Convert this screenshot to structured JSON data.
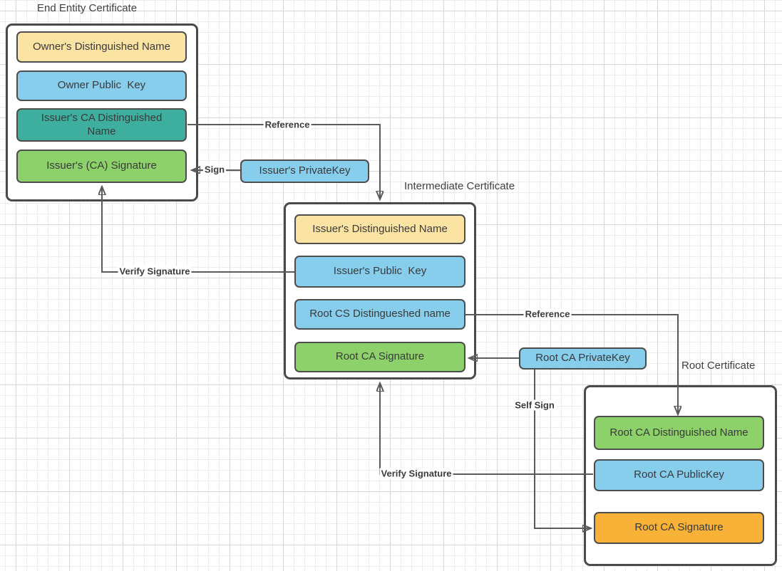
{
  "colors": {
    "yellow": "#FBE3A3",
    "blue": "#87CDEC",
    "teal": "#3EAF9E",
    "green": "#8CD169",
    "orange": "#F7B237",
    "box_border": "#4A4A4A",
    "line": "#5A5A5A",
    "text": "#3A3A3A"
  },
  "groups": {
    "end_entity": {
      "title": "End Entity Certificate",
      "boxes": [
        {
          "label": "Owner's Distinguished Name",
          "fill": "yellow"
        },
        {
          "label": "Owner Public  Key",
          "fill": "blue"
        },
        {
          "label": "Issuer's CA Distinguished\nName",
          "fill": "teal"
        },
        {
          "label": "Issuer's (CA) Signature",
          "fill": "green"
        }
      ]
    },
    "intermediate": {
      "title": "Intermediate Certificate",
      "boxes": [
        {
          "label": "Issuer's Distinguished Name",
          "fill": "yellow"
        },
        {
          "label": "Issuer's Public  Key",
          "fill": "blue"
        },
        {
          "label": "Root CS Distingueshed name",
          "fill": "blue"
        },
        {
          "label": "Root CA Signature",
          "fill": "green"
        }
      ]
    },
    "root": {
      "title": "Root Certificate",
      "boxes": [
        {
          "label": "Root CA Distinguished Name",
          "fill": "green"
        },
        {
          "label": "Root CA PublicKey",
          "fill": "blue"
        },
        {
          "label": "Root CA Signature",
          "fill": "orange"
        }
      ]
    }
  },
  "keys": {
    "issuer_private_key": {
      "label": "Issuer's PrivateKey",
      "fill": "blue"
    },
    "root_private_key": {
      "label": "Root CA PrivateKey",
      "fill": "blue"
    }
  },
  "edges": {
    "reference_end_to_intermediate": {
      "label": "Reference",
      "from": "Issuer's CA Distinguished Name",
      "to": "Intermediate Certificate"
    },
    "sign": {
      "label": "Sign",
      "from": "Issuer's PrivateKey",
      "to": "Issuer's (CA) Signature"
    },
    "verify_intermediate_to_end": {
      "label": "Verify Signature",
      "from": "Issuer's Public Key",
      "to": "Issuer's (CA) Signature"
    },
    "reference_intermediate_to_root": {
      "label": "Reference",
      "from": "Root CS Distingueshed name",
      "to": "Root CA Distinguished Name"
    },
    "root_key_sign": {
      "label": "",
      "from": "Root CA PrivateKey",
      "to": "Root CA Signature (Intermediate)"
    },
    "self_sign": {
      "label": "Self Sign",
      "from": "Root CA PrivateKey",
      "to": "Root CA Signature (Root Certificate)"
    },
    "verify_root_to_intermediate": {
      "label": "Verify Signature",
      "from": "Root CA PublicKey",
      "to": "Root CA Signature (Intermediate)"
    }
  }
}
